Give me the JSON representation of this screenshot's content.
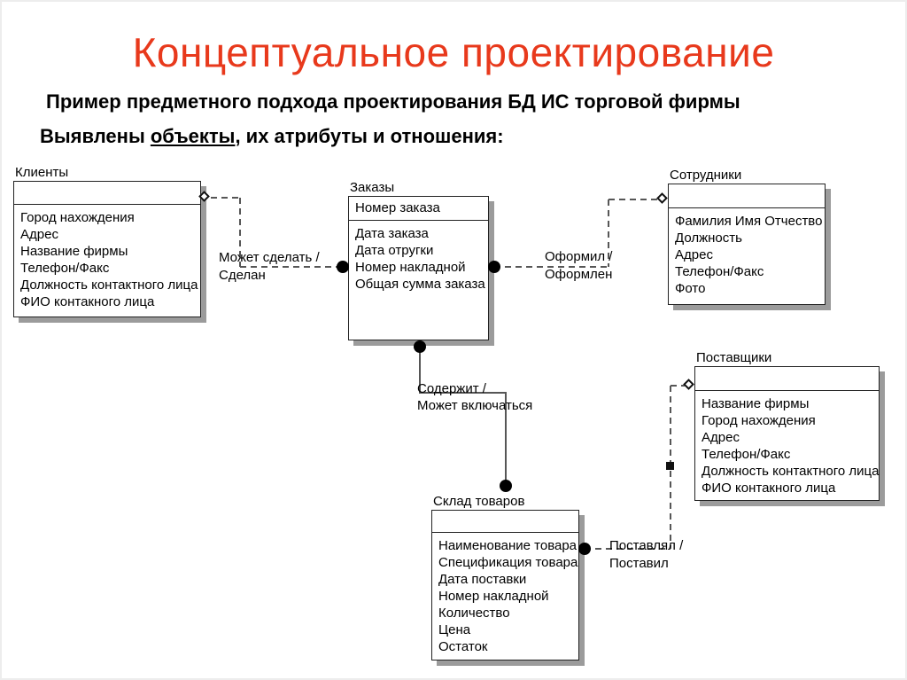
{
  "header": {
    "title": "Концептуальное проектирование",
    "subtitle": "Пример предметного подхода проектирования БД ИС торговой фирмы",
    "intro_prefix": "Выявлены ",
    "intro_underlined": "объекты",
    "intro_suffix": ", их атрибуты и отношения:"
  },
  "colors": {
    "title_accent": "#e8391c",
    "text": "#000000",
    "box_border": "#222222",
    "box_shadow": "#9b9b9b",
    "connector_line": "#565656"
  },
  "entities": {
    "clients": {
      "label": "Клиенты",
      "key": "",
      "attributes": [
        "Город нахождения",
        "Адрес",
        "Название фирмы",
        "Телефон/Факс",
        "Должность контактного лица",
        "ФИО контакного лица"
      ]
    },
    "orders": {
      "label": "Заказы",
      "key": "Номер заказа",
      "attributes": [
        "Дата заказа",
        "Дата отругки",
        "Номер накладной",
        "Общая сумма заказа"
      ]
    },
    "employees": {
      "label": "Сотрудники",
      "key": "",
      "attributes": [
        "Фамилия Имя Отчество",
        "Должность",
        "Адрес",
        "Телефон/Факс",
        "Фото"
      ]
    },
    "suppliers": {
      "label": "Поставщики",
      "key": "",
      "attributes": [
        "Название фирмы",
        "Город нахождения",
        "Адрес",
        "Телефон/Факс",
        "Должность контактного лица",
        "ФИО контакного лица"
      ]
    },
    "warehouse": {
      "label": "Склад товаров",
      "key": "",
      "attributes": [
        "Наименование товара",
        "Спецификация товара",
        "Дата поставки",
        "Номер накладной",
        "Количество",
        "Цена",
        "Остаток"
      ]
    }
  },
  "relationships": {
    "clients_orders": {
      "line1": "Может сделать /",
      "line2": "Сделан"
    },
    "orders_employees": {
      "line1": "Оформил /",
      "line2": "Оформлен"
    },
    "orders_warehouse": {
      "line1": "Содержит /",
      "line2": "Может включаться"
    },
    "warehouse_suppliers": {
      "line1": "Поставлял /",
      "line2": "Поставил"
    }
  }
}
